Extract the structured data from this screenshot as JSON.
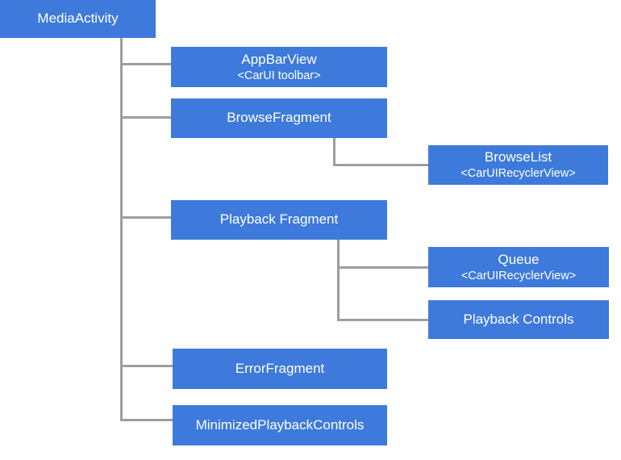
{
  "diagram": {
    "type": "tree",
    "description": "Component hierarchy of a car media app UI",
    "colors": {
      "box_fill": "#3d7adb",
      "box_text": "#ffffff",
      "connector": "#9e9e9e",
      "background": "#ffffff"
    },
    "nodes": {
      "media_activity": {
        "label": "MediaActivity"
      },
      "app_bar_view": {
        "label": "AppBarView",
        "sublabel": "<CarUI toolbar>"
      },
      "browse_fragment": {
        "label": "BrowseFragment"
      },
      "browse_list": {
        "label": "BrowseList",
        "sublabel": "<CarUIRecyclerView>"
      },
      "playback_fragment": {
        "label": "Playback Fragment"
      },
      "queue": {
        "label": "Queue",
        "sublabel": "<CarUIRecyclerView>"
      },
      "playback_controls": {
        "label": "Playback Controls"
      },
      "error_fragment": {
        "label": "ErrorFragment"
      },
      "minimized_playback_controls": {
        "label": "MinimizedPlaybackControls"
      }
    },
    "hierarchy": {
      "MediaActivity": {
        "AppBarView": {},
        "BrowseFragment": {
          "BrowseList": {}
        },
        "Playback Fragment": {
          "Queue": {},
          "Playback Controls": {}
        },
        "ErrorFragment": {},
        "MinimizedPlaybackControls": {}
      }
    }
  }
}
